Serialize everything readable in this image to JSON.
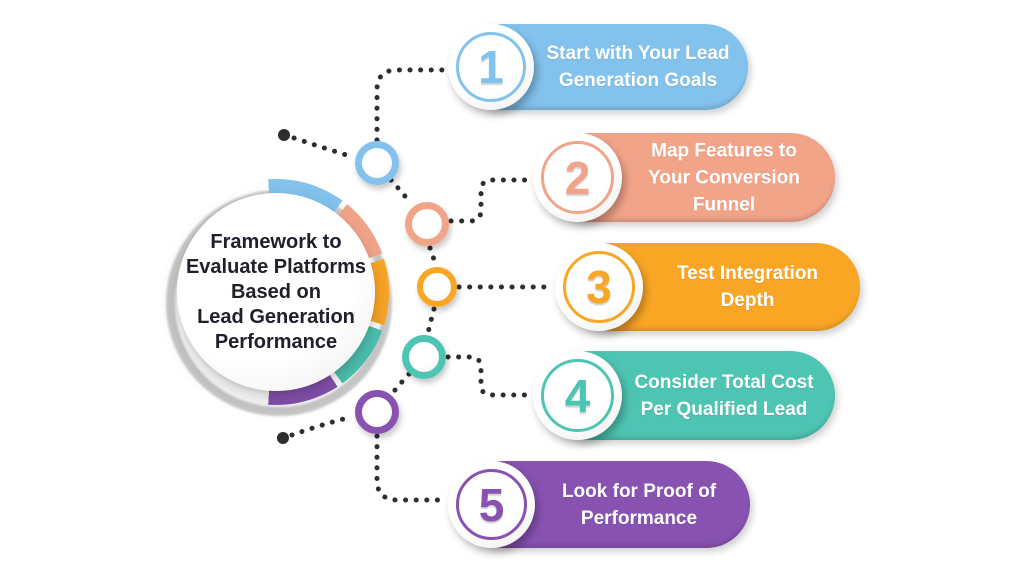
{
  "center": {
    "label": "Framework to\nEvaluate Platforms\nBased on\nLead Generation\nPerformance"
  },
  "steps": [
    {
      "number": "1",
      "label": "Start with Your Lead\nGeneration Goals",
      "color": "#82C2EC"
    },
    {
      "number": "2",
      "label": "Map Features to\nYour Conversion\nFunnel",
      "color": "#F2A489"
    },
    {
      "number": "3",
      "label": "Test Integration\nDepth",
      "color": "#FAA625"
    },
    {
      "number": "4",
      "label": "Consider Total Cost\nPer Qualified Lead",
      "color": "#4EC4B2"
    },
    {
      "number": "5",
      "label": "Look for Proof of\nPerformance",
      "color": "#8852B1"
    }
  ],
  "palette": {
    "connector": "#2E2E2E",
    "ring_shadow": "#C8C8C8",
    "center_text": "#20202B"
  }
}
